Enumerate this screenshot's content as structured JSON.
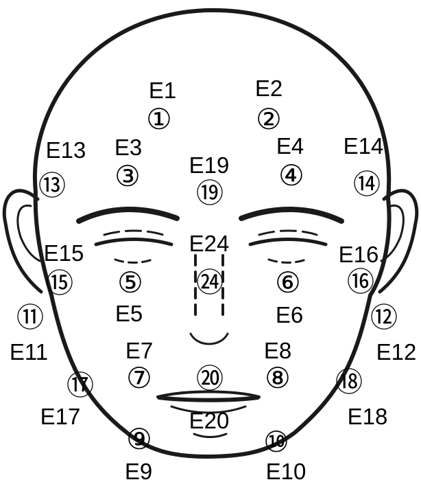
{
  "electrodes": [
    {
      "label": "E1",
      "marker": "①"
    },
    {
      "label": "E2",
      "marker": "②"
    },
    {
      "label": "E3",
      "marker": "③"
    },
    {
      "label": "E4",
      "marker": "④"
    },
    {
      "label": "E5",
      "marker": "⑤"
    },
    {
      "label": "E6",
      "marker": "⑥"
    },
    {
      "label": "E7",
      "marker": "⑦"
    },
    {
      "label": "E8",
      "marker": "⑧"
    },
    {
      "label": "E9",
      "marker": "⑨"
    },
    {
      "label": "E10",
      "marker": "⑩"
    },
    {
      "label": "E11",
      "marker": "⑪"
    },
    {
      "label": "E12",
      "marker": "⑫"
    },
    {
      "label": "E13",
      "marker": "⑬"
    },
    {
      "label": "E14",
      "marker": "⑭"
    },
    {
      "label": "E15",
      "marker": "⑮"
    },
    {
      "label": "E16",
      "marker": "⑯"
    },
    {
      "label": "E17",
      "marker": "⑰"
    },
    {
      "label": "E18",
      "marker": "⑱"
    },
    {
      "label": "E19",
      "marker": "⑲"
    },
    {
      "label": "E20",
      "marker": "⑳"
    },
    {
      "label": "E24",
      "marker": "㉔"
    }
  ]
}
